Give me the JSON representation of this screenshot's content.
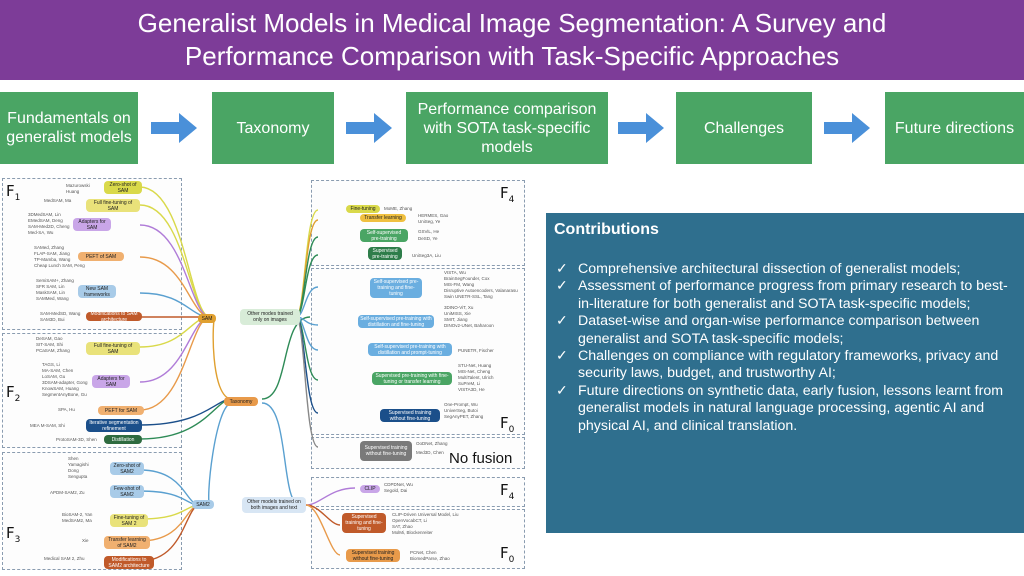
{
  "title": "Generalist Models in Medical Image Segmentation: A Survey and Performance Comparison with Task-Specific Approaches",
  "steps": [
    "Fundamentals on generalist models",
    "Taxonomy",
    "Performance comparison with SOTA task-specific models",
    "Challenges",
    "Future directions"
  ],
  "colors": {
    "banner": "#7d3c98",
    "step": "#4aa564",
    "arrow": "#4a90d9",
    "contrib": "#2f6f8e"
  },
  "frames": {
    "f1": "F1",
    "f2": "F2",
    "f3": "F3",
    "f4a": "F4",
    "f0a": "F0",
    "f4b": "F4",
    "f0b": "F0"
  },
  "no_fusion": "No fusion",
  "hubs": {
    "taxonomy": "Taxonomy",
    "sam": "SAM",
    "sam2": "SAM2",
    "images_only": "Other modes trained only on images",
    "images_text": "Other models trained on both images and text",
    "clip": "CLIP"
  },
  "contributions": {
    "heading": "Contributions",
    "items": [
      "Comprehensive architectural dissection of generalist models;",
      "Assessment of performance progress from primary research to best-in-literature for both generalist and SOTA task-specific models;",
      "Dataset-wise and organ-wise performance comparison between generalist and SOTA task-specific models;",
      "Challenges on compliance with regulatory frameworks, privacy and security laws, budget, and trustworthy AI;",
      "Future directions on synthetic data, early fusion, lessons learnt from generalist models in natural language processing, agentic AI and physical AI, and clinical translation."
    ]
  }
}
